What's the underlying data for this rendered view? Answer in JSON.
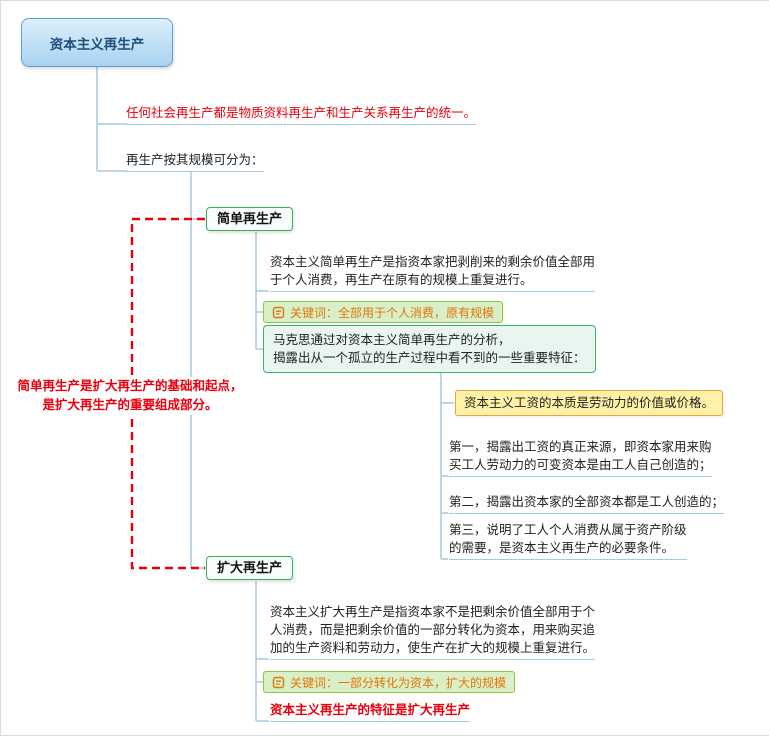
{
  "root": {
    "label": "资本主义再生产"
  },
  "notes": {
    "unity": "任何社会再生产都是物质资料再生产和生产关系再生产的统一。",
    "scale_intro": "再生产按其规模可分为："
  },
  "simple": {
    "title": "简单再生产",
    "desc": "资本主义简单再生产是指资本家把剥削来的剩余价值全部用\n于个人消费，再生产在原有的规模上重复进行。",
    "keyword": "关键词：全部用于个人消费，原有规模",
    "analysis": "马克思通过对资本主义简单再生产的分析，\n揭露出从一个孤立的生产过程中看不到的一些重要特征：",
    "wage_essence": "资本主义工资的本质是劳动力的价值或价格。",
    "points": [
      "第一，揭露出工资的真正来源，即资本家用来购\n买工人劳动力的可变资本是由工人自己创造的；",
      "第二，揭露出资本家的全部资本都是工人创造的；",
      "第三，说明了工人个人消费从属于资产阶级\n的需要，是资本主义再生产的必要条件。"
    ]
  },
  "expanded": {
    "title": "扩大再生产",
    "desc": "资本主义扩大再生产是指资本家不是把剩余价值全部用于个\n人消费，而是把剩余价值的一部分转化为资本，用来购买追\n加的生产资料和劳动力，使生产在扩大的规模上重复进行。",
    "keyword": "关键词：一部分转化为资本，扩大的规模",
    "feature": "资本主义再生产的特征是扩大再生产"
  },
  "relation": {
    "note": "简单再生产是扩大再生产的基础和起点，\n是扩大再生产的重要组成部分。"
  },
  "colors": {
    "branch-line": "#a6cadf",
    "accent-red": "#e8000d",
    "root-border": "#5e9fd8",
    "root-fill-top": "#dceffb",
    "root-fill-bottom": "#a9d2f1",
    "root-text": "#1b4e79",
    "topic-border": "#2fb05a",
    "topic-bg": "#f9fdfb",
    "keyword-bg": "#d9efc7",
    "keyword-border": "#8cc63f",
    "keyword-text": "#e0760a",
    "analysis-bg": "#e9f6ef",
    "analysis-border": "#35b368",
    "highlight-bg": "#fff1a6",
    "highlight-border": "#eaa53f"
  }
}
